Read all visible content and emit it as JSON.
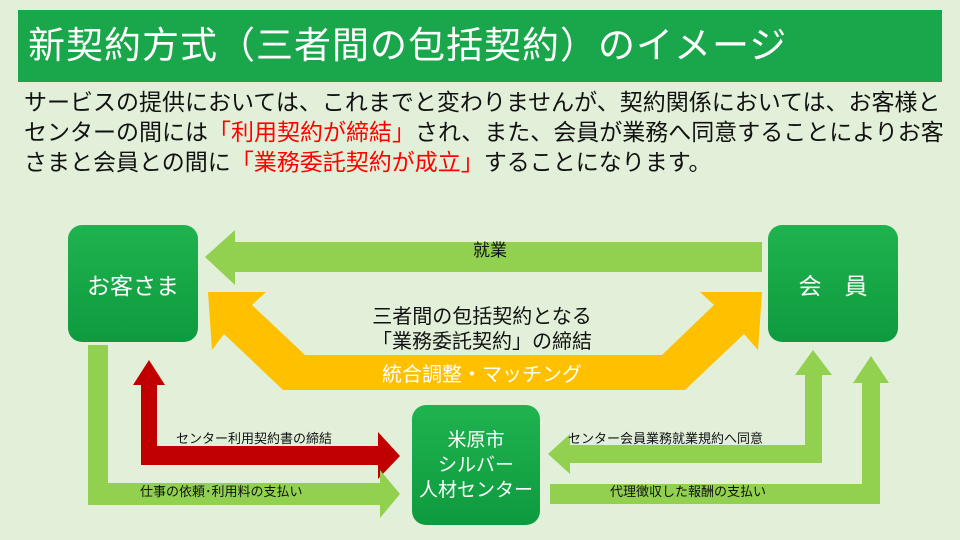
{
  "title": "新契約方式（三者間の包括契約）のイメージ",
  "body": {
    "part1": "サービスの提供においては、これまでと変わりませんが、契約関係においては、お客様とセンターの間には",
    "red1": "「利用契約が締結」",
    "part2": "され、また、会員が業務へ同意することによりお客さまと会員との間に",
    "red2": "「業務委託契約が成立」",
    "part3": "することになります。"
  },
  "boxes": {
    "customer": "お客さま",
    "member": "会　員",
    "center_line1": "米原市",
    "center_line2": "シルバー",
    "center_line3": "人材センター"
  },
  "labels": {
    "work": "就業",
    "contract_line1": "三者間の包括契約となる",
    "contract_line2": "「業務委託契約」の締結",
    "matching": "統合調整・マッチング",
    "center_contract": "センター利用契約書の締結",
    "request_payment": "仕事の依頼･利用料の支払い",
    "member_agree": "センター会員業務就業規約へ同意",
    "proxy_payment": "代理徴収した報酬の支払い"
  },
  "colors": {
    "title": "#1aa64a",
    "arrow_green": "#92d050",
    "arrow_yellow": "#ffc000",
    "arrow_red": "#c00000",
    "highlight": "#ff0000"
  }
}
